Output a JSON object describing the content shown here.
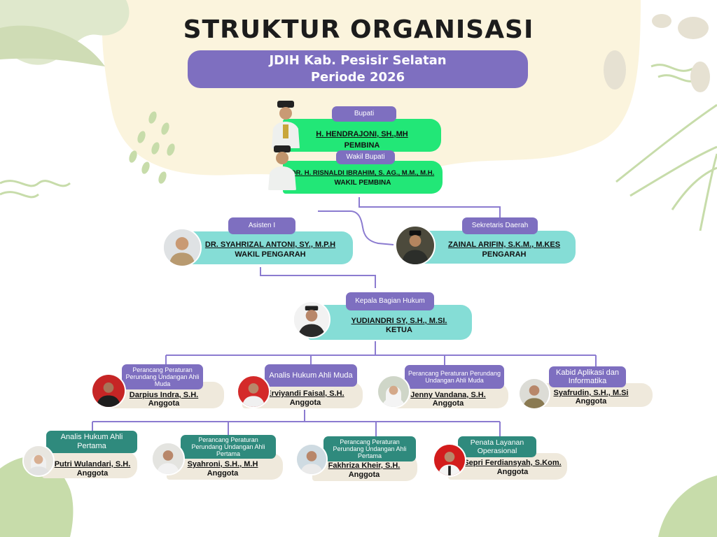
{
  "title": "STRUKTUR ORGANISASI",
  "subtitle": {
    "line1": "JDIH Kab. Pesisir Selatan",
    "line2": "Periode 2026"
  },
  "colors": {
    "purple": "#7e6fc0",
    "teal": "#2f8a7d",
    "green": "#22e777",
    "cyan": "#85ddd6",
    "cream": "#efe9dc",
    "line": "#8b7bd0"
  },
  "bupati": {
    "position": "Bupati",
    "name": "H. HENDRAJONI, SH.,MH",
    "role": "PEMBINA"
  },
  "wakil_bupati": {
    "position": "Wakil Bupati",
    "name": "DR. H. RISNALDI IBRAHIM, S. AG., M.M., M.H.",
    "role": "WAKIL PEMBINA"
  },
  "asisten": {
    "position": "Asisten I",
    "name": "DR. SYAHRIZAL ANTONI, SY., M.P.H",
    "role": "WAKIL PENGARAH"
  },
  "sekda": {
    "position": "Sekretaris Daerah",
    "name": "ZAINAL ARIFIN, S.K.M., M.KES",
    "role": "PENGARAH"
  },
  "kabag": {
    "position": "Kepala Bagian Hukum",
    "name": "YUDIANDRI SY, S.H., M.SI.",
    "role": "KETUA"
  },
  "row1": [
    {
      "position": "Perancang Peraturan Perundang Undangan Ahli Muda",
      "name": "Darpius Indra, S.H.",
      "role": "Anggota"
    },
    {
      "position": "Analis Hukum Ahli Muda",
      "name": "Erviyandi Faisal, S.H.",
      "role": "Anggota"
    },
    {
      "position": "Perancang Peraturan Perundang Undangan Ahli Muda",
      "name": "Jenny Vandana, S.H.",
      "role": "Anggota"
    },
    {
      "position": "Kabid Aplikasi dan Informatika",
      "name": "Syafrudin, S.H., M.Si",
      "role": "Anggota"
    }
  ],
  "row2": [
    {
      "position": "Analis Hukum Ahli Pertama",
      "name": "Putri Wulandari, S.H.",
      "role": "Anggota"
    },
    {
      "position": "Perancang Peraturan Perundang Undangan Ahli Pertama",
      "name": "Syahroni, S.H., M.H",
      "role": "Anggota"
    },
    {
      "position": "Perancang Peraturan Perundang Undangan Ahli Pertama",
      "name": "Fakhriza Kheir, S.H.",
      "role": "Anggota"
    },
    {
      "position": "Penata Layanan Operasional",
      "name": "Sepri Ferdiansyah, S.Kom.",
      "role": "Anggota"
    }
  ]
}
